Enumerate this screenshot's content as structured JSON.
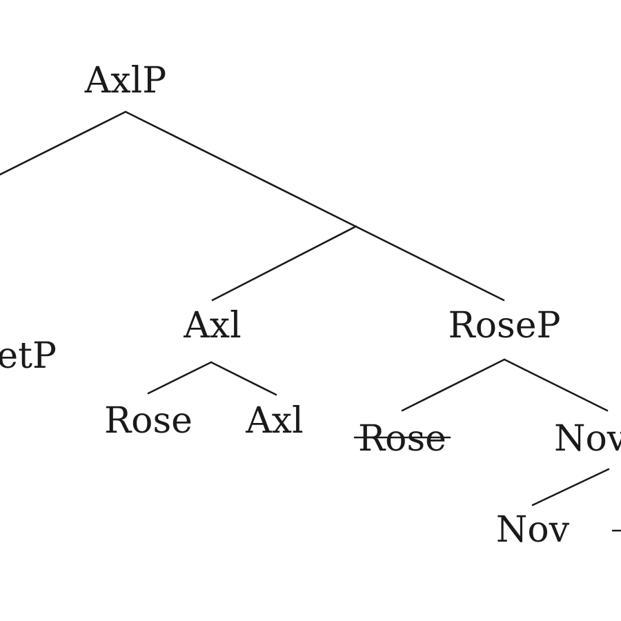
{
  "tree": {
    "nodes": [
      {
        "id": "axlp",
        "label": "AxlP",
        "struck": false
      },
      {
        "id": "etp",
        "label": "etP",
        "struck": false
      },
      {
        "id": "axl-bar",
        "label": "Axl",
        "struck": false
      },
      {
        "id": "rosep",
        "label": "RoseP",
        "struck": false
      },
      {
        "id": "rose-head",
        "label": "Rose",
        "struck": false
      },
      {
        "id": "axl-head",
        "label": "Axl",
        "struck": false
      },
      {
        "id": "rose-trace",
        "label": "Rose",
        "struck": true
      },
      {
        "id": "nov-partial",
        "label": "Nov",
        "struck": false
      },
      {
        "id": "nov-head",
        "label": "Nov",
        "struck": false
      }
    ],
    "colors": {
      "ink": "#1a1a1a",
      "background": "#ffffff"
    }
  }
}
